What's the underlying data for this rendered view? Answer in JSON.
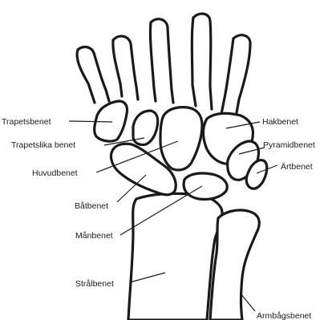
{
  "labels": {
    "trapetsbenet": "Trapetsbenet",
    "trapetslika_benet": "Trapetslika benet",
    "huvudbenet": "Huvudbenet",
    "batbenet": "Båtbenet",
    "manbenet": "Månbenet",
    "stralbenet": "Strålbenet",
    "hakbenet": "Hakbenet",
    "pyramidbenet": "Pyramidbenet",
    "artbenet": "Ärtbenet",
    "armbagsbenet": "Armbågsbenet"
  }
}
